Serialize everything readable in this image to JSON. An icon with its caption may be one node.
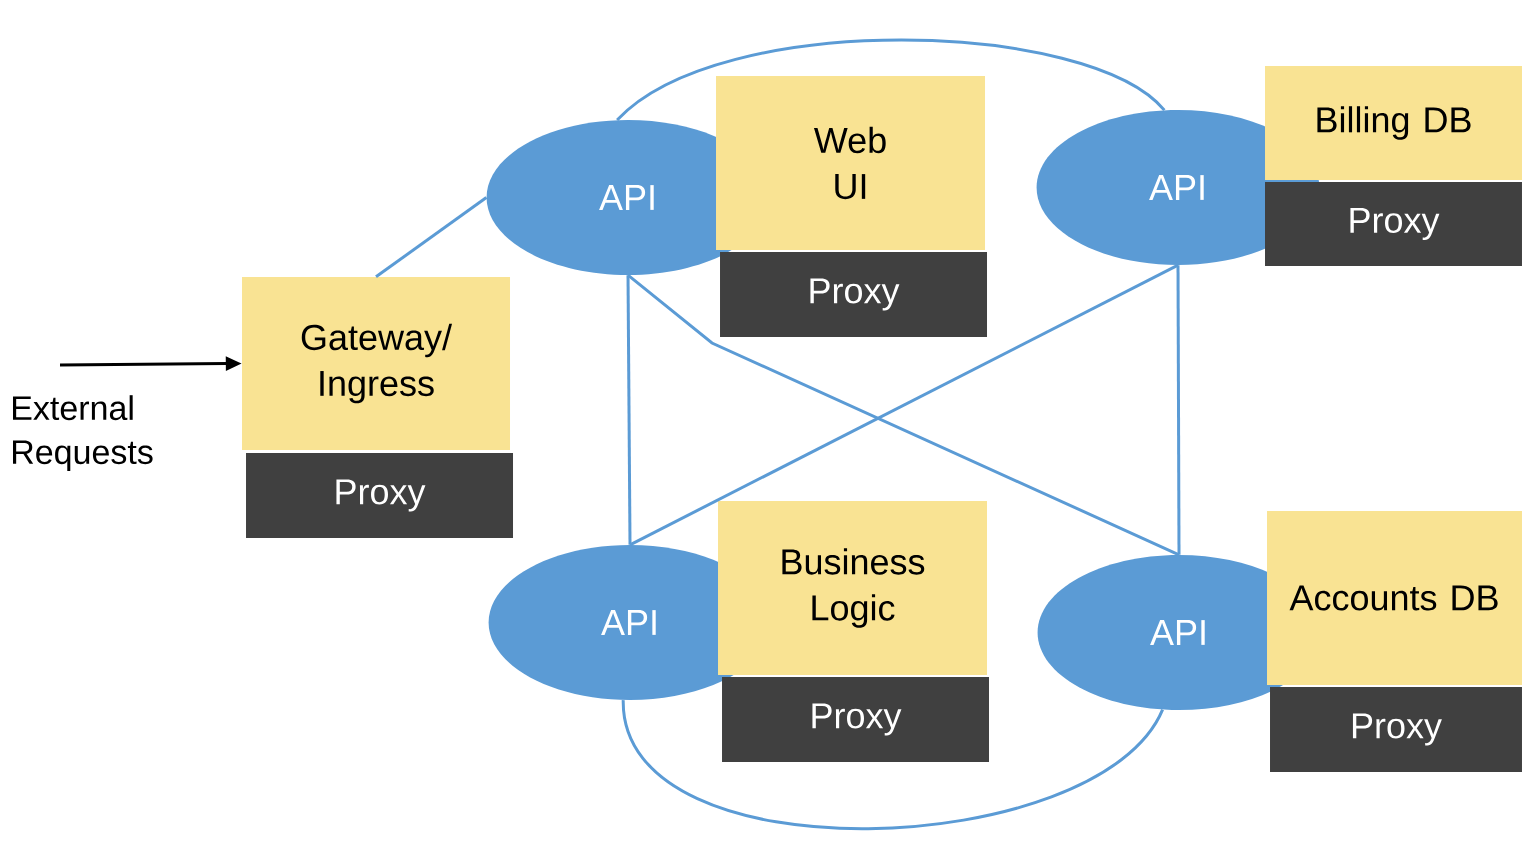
{
  "diagram": {
    "nodes": [
      {
        "text": [
          "External Requests"
        ]
      },
      {
        "text": [
          "Gateway/ Ingress"
        ]
      },
      {
        "text": [
          "Proxy"
        ]
      },
      {
        "text": [
          "API"
        ]
      },
      {
        "text": [
          "Web UI"
        ]
      },
      {
        "text": [
          "Proxy"
        ]
      },
      {
        "text": [
          "API"
        ]
      },
      {
        "text": [
          "Billing  DB"
        ]
      },
      {
        "text": [
          "Proxy"
        ]
      },
      {
        "text": [
          "API"
        ]
      },
      {
        "text": [
          "Business Logic"
        ]
      },
      {
        "text": [
          "Proxy"
        ]
      },
      {
        "text": [
          "API"
        ]
      },
      {
        "text": [
          "Accounts DB"
        ]
      },
      {
        "text": [
          "Proxy"
        ]
      }
    ],
    "edges": [
      {
        "from": 0,
        "to": 1,
        "arrow": "to",
        "color": "#000000"
      },
      {
        "from": 1,
        "to": 3,
        "arrow": "none"
      },
      {
        "from": 3,
        "to": 9,
        "arrow": "none"
      },
      {
        "from": 3,
        "to": 12,
        "arrow": "none"
      },
      {
        "from": 6,
        "to": 9,
        "arrow": "none"
      },
      {
        "from": 6,
        "to": 12,
        "arrow": "none"
      },
      {
        "from": 3,
        "to": 6,
        "arrow": "none"
      },
      {
        "from": 9,
        "to": 12,
        "arrow": "none"
      }
    ]
  }
}
